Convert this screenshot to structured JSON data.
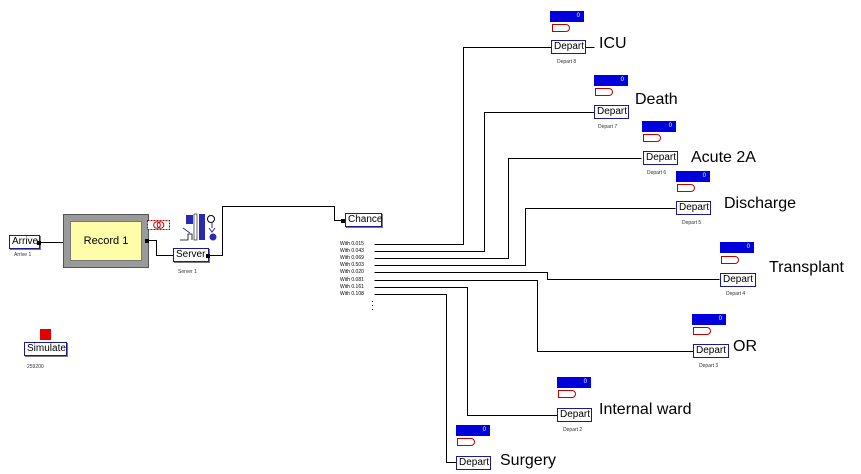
{
  "modules": {
    "arrive": {
      "label": "Arrive",
      "caption": "Arrive 1"
    },
    "record": {
      "label": "Record 1"
    },
    "server": {
      "label": "Server",
      "caption": "Server 1"
    },
    "chance": {
      "label": "Chance"
    },
    "simulate": {
      "label": "Simulate",
      "caption": "259200"
    }
  },
  "chance_branches": [
    "With 0.015",
    "With 0.043",
    "With 0.069",
    "With 0.503",
    "With 0.020",
    "With 0.081",
    "With 0.161",
    "With 0.108"
  ],
  "departs": [
    {
      "label": "Depart",
      "caption": "Depart 8",
      "counter": "0",
      "destination": "ICU"
    },
    {
      "label": "Depart",
      "caption": "Depart 7",
      "counter": "0",
      "destination": "Death"
    },
    {
      "label": "Depart",
      "caption": "Depart 6",
      "counter": "0",
      "destination": "Acute 2A"
    },
    {
      "label": "Depart",
      "caption": "Depart 5",
      "counter": "0",
      "destination": "Discharge"
    },
    {
      "label": "Depart",
      "caption": "Depart 4",
      "counter": "0",
      "destination": "Transplant"
    },
    {
      "label": "Depart",
      "caption": "Depart 3",
      "counter": "0",
      "destination": "OR"
    },
    {
      "label": "Depart",
      "caption": "Depart 2",
      "counter": "0",
      "destination": "Internal ward"
    },
    {
      "label": "Depart",
      "caption": "",
      "counter": "0",
      "destination": "Surgery"
    }
  ],
  "colors": {
    "counter_bg": "#0000dd",
    "module_border": "#1a1a8c",
    "record_fill": "#fefea8",
    "simulate_square": "#e00000",
    "animation_red": "#c00000"
  },
  "icons": {
    "record_animation": "red-dual-circle-icon",
    "server_animation": "server-queue-icon",
    "simulate": "red-square-icon"
  }
}
